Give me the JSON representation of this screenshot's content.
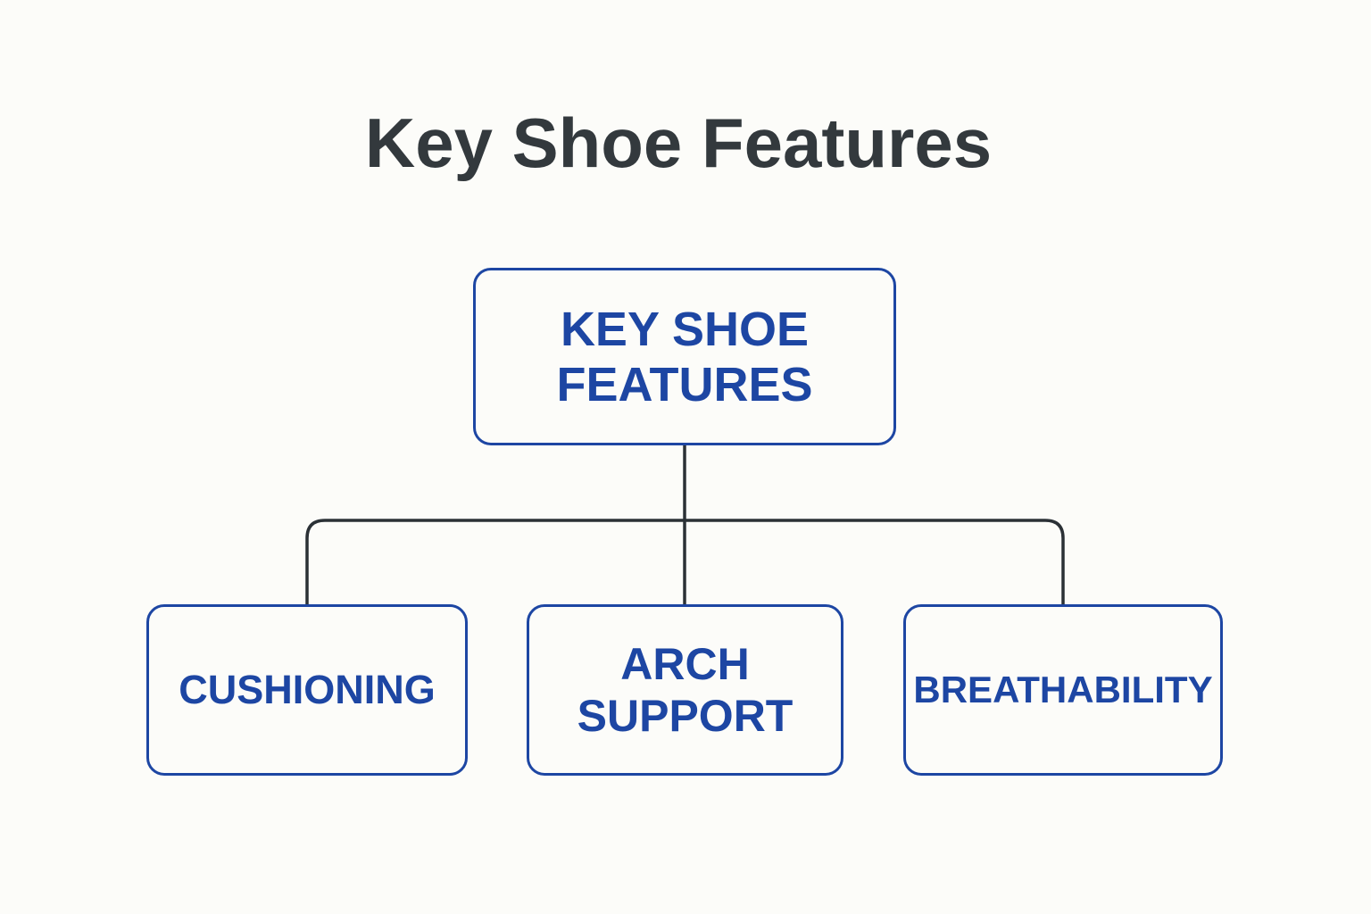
{
  "title": "Key Shoe Features",
  "root": {
    "label": "KEY SHOE\nFEATURES"
  },
  "children": [
    {
      "label": "CUSHIONING"
    },
    {
      "label": "ARCH\nSUPPORT"
    },
    {
      "label": "BREATHABILITY"
    }
  ],
  "colors": {
    "background": "#fcfcf9",
    "title_text": "#33393d",
    "node_border": "#1d46a3",
    "node_text": "#1d46a3",
    "connector": "#2b3136"
  }
}
